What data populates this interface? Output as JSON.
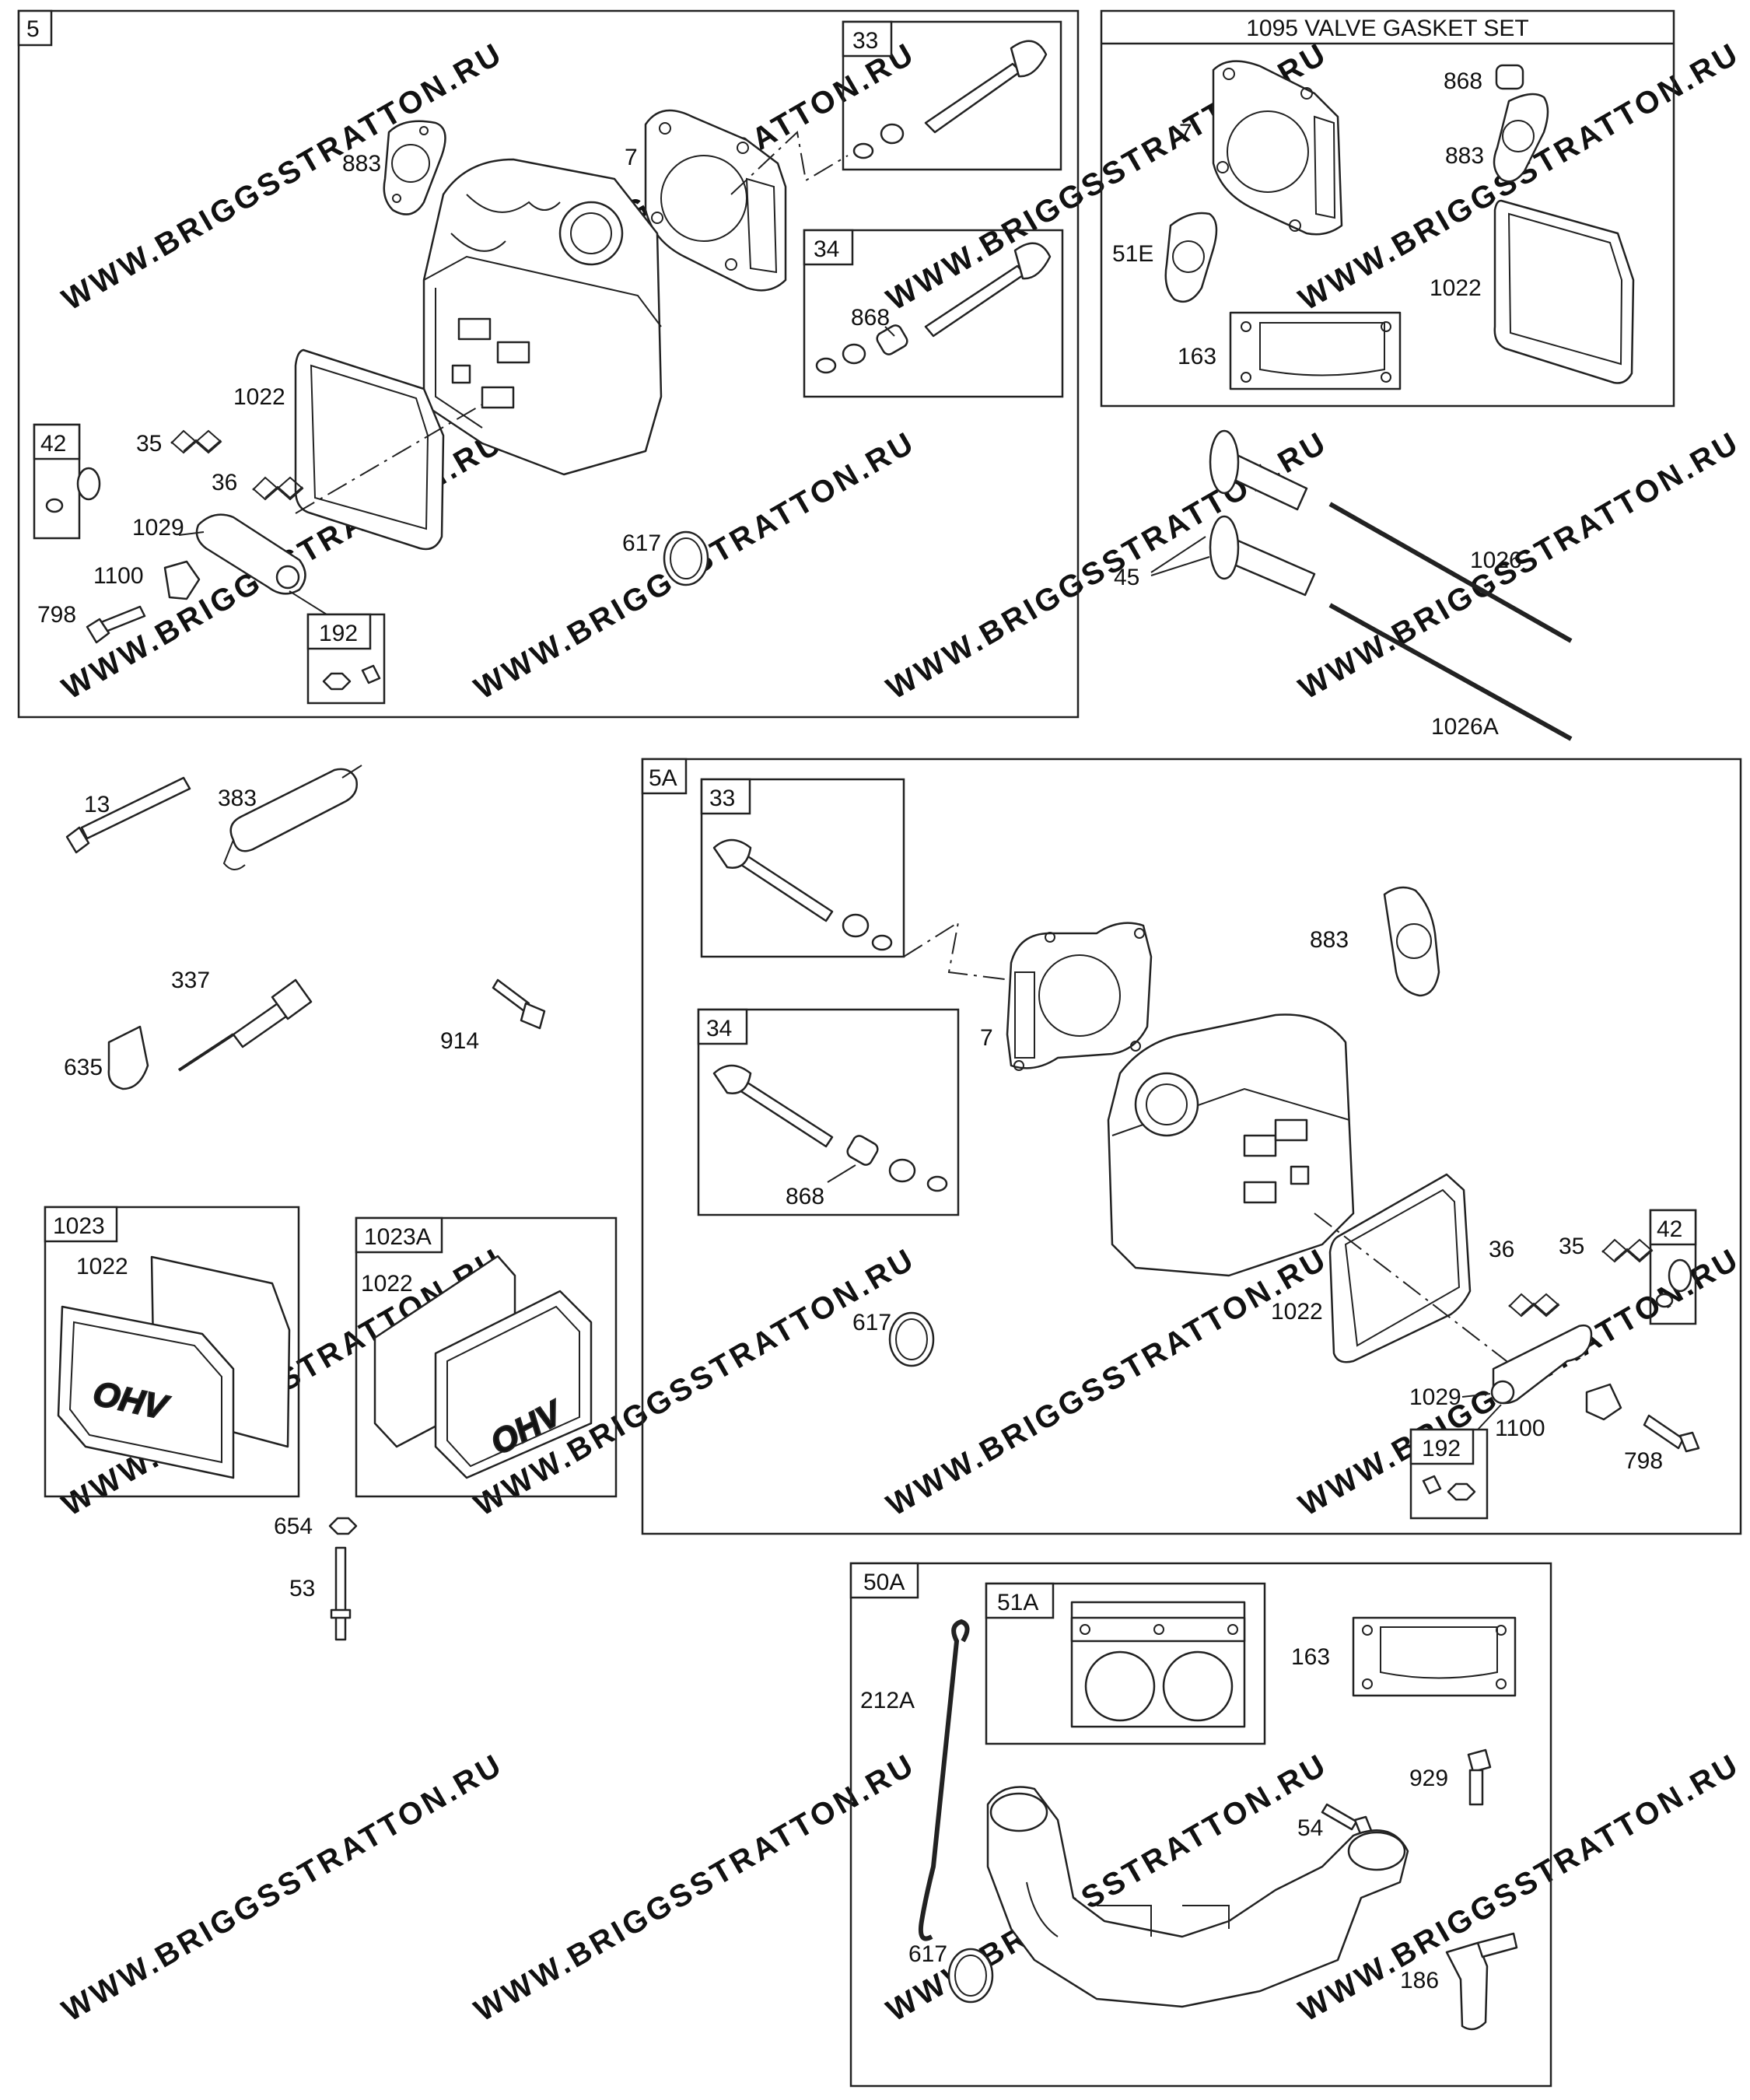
{
  "watermark": "WWW.BRIGGSSTRATTON.RU",
  "emblem": "OHV",
  "groups": {
    "g5": "5",
    "g33": "33",
    "g34": "34",
    "g42": "42",
    "g192": "192",
    "g1095": "1095 VALVE GASKET SET",
    "g5A": "5A",
    "g5A_33": "33",
    "g5A_34": "34",
    "g5A_42": "42",
    "g5A_192": "192",
    "g1023": "1023",
    "g1023A": "1023A",
    "g50A": "50A",
    "g51A": "51A"
  },
  "labels": {
    "l883": "883",
    "l7": "7",
    "l868_34": "868",
    "l1022": "1022",
    "l35": "35",
    "l36": "36",
    "l1029": "1029",
    "l1100": "1100",
    "l798": "798",
    "l617": "617",
    "k868": "868",
    "k7": "7",
    "k883": "883",
    "k51E": "51E",
    "k1022": "1022",
    "k163": "163",
    "l45": "45",
    "l1026": "1026",
    "l1026A": "1026A",
    "l13": "13",
    "l383": "383",
    "l337": "337",
    "l635": "635",
    "l914": "914",
    "a883": "883",
    "a7": "7",
    "a868": "868",
    "a617": "617",
    "a1022": "1022",
    "a36": "36",
    "a35": "35",
    "a1029": "1029",
    "a1100": "1100",
    "a798": "798",
    "c1022": "1022",
    "d1022": "1022",
    "l654": "654",
    "l53": "53",
    "l212A": "212A",
    "l163": "163",
    "l929": "929",
    "l54": "54",
    "b617": "617",
    "l186": "186"
  }
}
